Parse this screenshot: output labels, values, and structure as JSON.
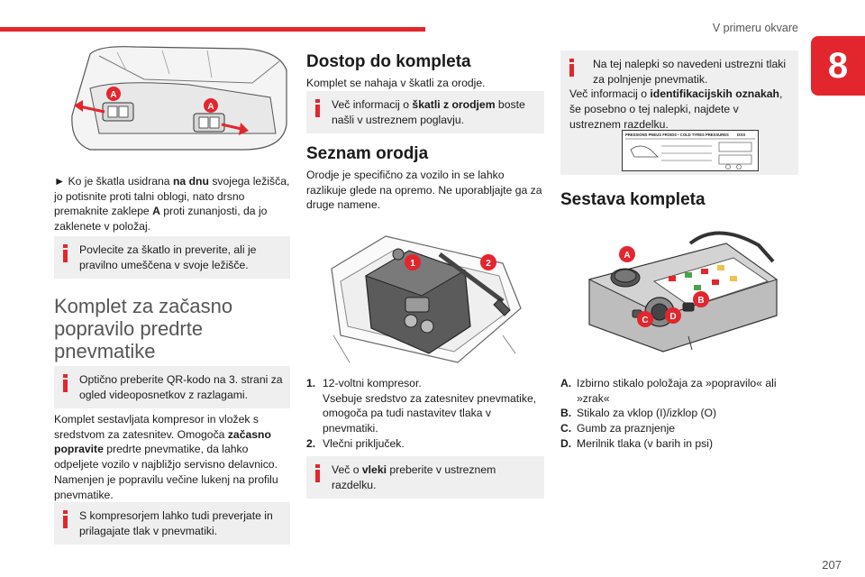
{
  "header": {
    "section_title": "V primeru okvare",
    "chapter": "8"
  },
  "footer": {
    "page_number": "207"
  },
  "col1": {
    "illustration": {
      "callout_a1": "A",
      "callout_a2": "A"
    },
    "step_text_prefix": "► Ko je škatla usidrana ",
    "step_text_bold1": "na dnu",
    "step_text_mid": " svojega ležišča, jo potisnite proti talni oblogi, nato drsno premaknite zaklepe ",
    "step_text_bold2": "A",
    "step_text_suffix": " proti zunanjosti, da jo zaklenete v položaj.",
    "note1": "Povlecite za škatlo in preverite, ali je pravilno umeščena v svoje ležišče.",
    "section_title": "Komplet za začasno popravilo predrte pnevmatike",
    "note2": "Optično preberite QR-kodo na 3. strani za ogled videoposnetkov z razlagami.",
    "para_prefix": "Komplet sestavljata kompresor in vložek s sredstvom za zatesnitev. Omogoča ",
    "para_bold": "začasno popravite",
    "para_suffix": " predrte pnevmatike, da lahko odpeljete vozilo v najbližjo servisno delavnico. Namenjen je popravilu večine lukenj na profilu pnevmatike.",
    "note3": "S kompresorjem lahko tudi preverjate in prilagajate tlak v pnevmatiki."
  },
  "col2": {
    "title1": "Dostop do kompleta",
    "intro": "Komplet se nahaja v škatli za orodje.",
    "note1_prefix": "Več informacij o ",
    "note1_bold": "škatli z orodjem",
    "note1_suffix": " boste našli v ustreznem poglavju.",
    "title2": "Seznam orodja",
    "para": "Orodje je specifično za vozilo in se lahko razlikuje glede na opremo. Ne uporabljajte ga za druge namene.",
    "illustration": {
      "callout1": "1",
      "callout2": "2"
    },
    "items": [
      {
        "num": "1.",
        "text": "12-voltni kompresor.\nVsebuje sredstvo za zatesnitev pnevmatike, omogoča pa tudi nastavitev tlaka v pnevmatiki."
      },
      {
        "num": "2.",
        "text": "Vlečni priključek."
      }
    ],
    "note2_prefix": "Več o ",
    "note2_bold": "vleki",
    "note2_suffix": " preberite v ustreznem razdelku."
  },
  "col3": {
    "note_line1": "Na tej nalepki so navedeni ustrezni tlaki za polnjenje pnevmatik.",
    "note_line2_prefix": "Več informacij o ",
    "note_line2_bold": "identifikacijskih oznakah",
    "note_line2_suffix": ", še posebno o tej nalepki, najdete v ustreznem razdelku.",
    "label_header": "PRESSIONS PNEUS FROIDS • COLD TYRES PRESSURES",
    "label_brand": "DSS",
    "title": "Sestava kompleta",
    "illustration": {
      "callout_a": "A",
      "callout_b": "B",
      "callout_c": "C",
      "callout_d": "D"
    },
    "items": [
      {
        "key": "A.",
        "text": "Izbirno stikalo položaja za »popravilo« ali »zrak«"
      },
      {
        "key": "B.",
        "text": "Stikalo za vklop (I)/izklop (O)"
      },
      {
        "key": "C.",
        "text": "Gumb za praznjenje"
      },
      {
        "key": "D.",
        "text": "Merilnik tlaka (v barih in psi)"
      }
    ]
  },
  "colors": {
    "accent": "#e3262d",
    "note_bg": "#efefef"
  }
}
